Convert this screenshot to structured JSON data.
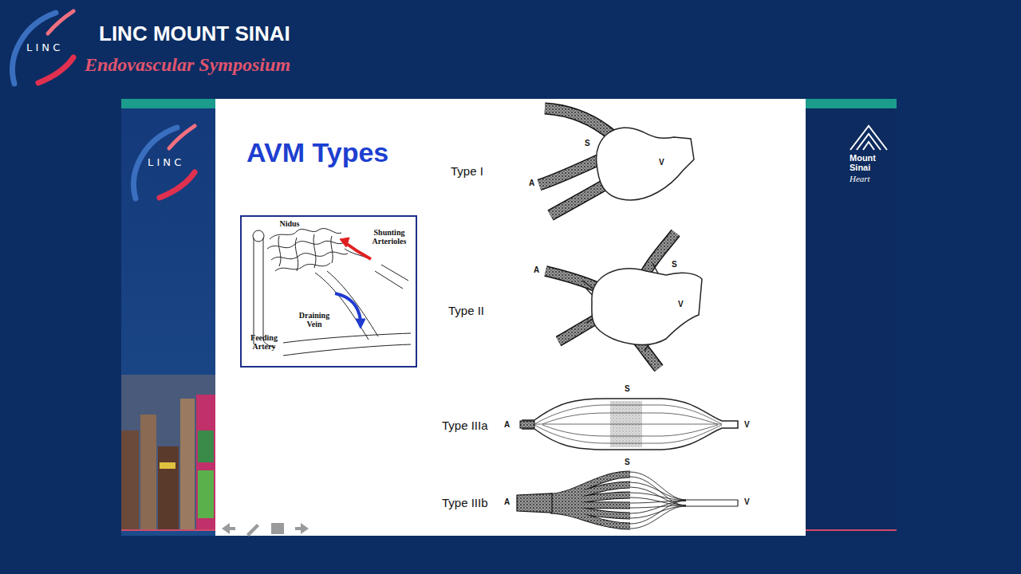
{
  "diagram": {
    "title": "AVM Types",
    "nodes": [
      {
        "text": [
          "Nidus",
          "Shunting Arterioles",
          "Draining Vein",
          "Feeding Artery"
        ]
      }
    ],
    "labels": [
      "LINC MOUNT SINAI",
      "Endovascular Symposium",
      "L I N C",
      "L I N C",
      "Mount Sinai",
      "Heart",
      "Type I",
      "S",
      "V",
      "A",
      "Type II",
      "A",
      "S",
      "V",
      "Type IIIa",
      "S",
      "A",
      "V",
      "Type IIIb",
      "S",
      "A",
      "V"
    ]
  }
}
